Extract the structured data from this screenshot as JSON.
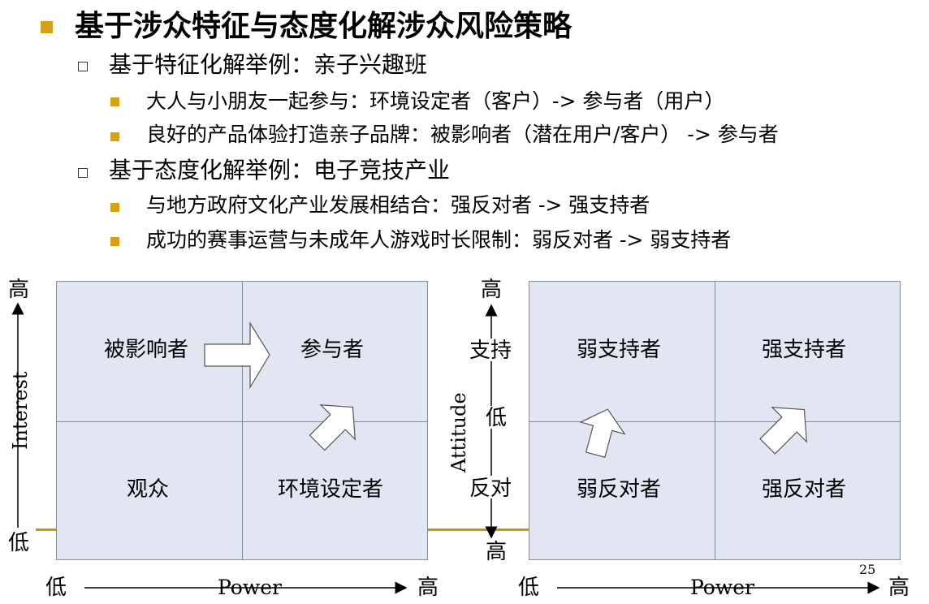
{
  "slide": {
    "title": "基于涉众特征与态度化解涉众风险策略",
    "page_number": "25",
    "colors": {
      "bullet": "#d4a017",
      "quadrant_fill": "#e1e6f2",
      "quadrant_border": "#7f8f99",
      "gold_line": "#c8960c"
    },
    "bullets": [
      {
        "text": "基于特征化解举例：亲子兴趣班",
        "sub": [
          "大人与小朋友一起参与：环境设定者（客户）-> 参与者（用户）",
          "良好的产品体验打造亲子品牌：被影响者（潜在用户/客户） -> 参与者"
        ]
      },
      {
        "text": "基于态度化解举例：电子竞技产业",
        "sub": [
          "与地方政府文化产业发展相结合：强反对者 -> 强支持者",
          "成功的赛事运营与未成年人游戏时长限制：弱反对者 -> 弱支持者"
        ]
      }
    ]
  },
  "left_diagram": {
    "y_axis_label": "Interest",
    "y_high": "高",
    "y_low": "低",
    "x_axis_label": "Power",
    "x_low": "低",
    "x_high": "高",
    "quadrants": {
      "top_left": "被影响者",
      "top_right": "参与者",
      "bottom_left": "观众",
      "bottom_right": "环境设定者"
    }
  },
  "right_diagram": {
    "y_axis_label": "Attitude",
    "y_top": "高",
    "y_support": "支持",
    "y_mid": "低",
    "y_oppose": "反对",
    "y_bottom": "高",
    "x_axis_label": "Power",
    "x_low": "低",
    "x_high": "高",
    "quadrants": {
      "top_left": "弱支持者",
      "top_right": "强支持者",
      "bottom_left": "弱反对者",
      "bottom_right": "强反对者"
    }
  }
}
